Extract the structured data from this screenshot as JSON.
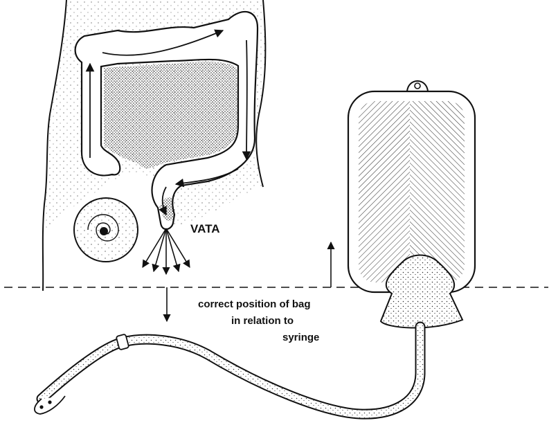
{
  "labels": {
    "vata": "VATA",
    "caption_line1": "correct position of bag",
    "caption_line2": "in relation to",
    "caption_line3": "syringe"
  },
  "colors": {
    "ink": "#111111",
    "background": "#ffffff"
  },
  "icons": [
    "colon-illustration",
    "navel-spiral-icon",
    "enema-bag-icon",
    "syringe-tube-icon"
  ]
}
